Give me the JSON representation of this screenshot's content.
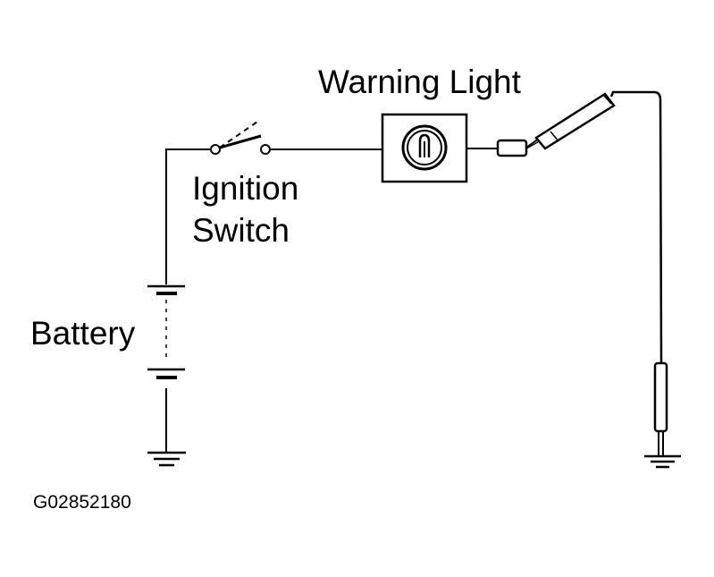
{
  "labels": {
    "warning_light": "Warning Light",
    "ignition_switch_line1": "Ignition",
    "ignition_switch_line2": "Switch",
    "battery": "Battery",
    "figure_code": "G02852180"
  },
  "icons": {
    "warning_light": "lamp-bulb-icon",
    "ground_left": "ground-icon",
    "ground_right": "ground-icon",
    "test_probe": "test-probe-icon",
    "fuse": "inline-fuse-icon",
    "battery": "battery-icon",
    "switch": "open-switch-icon"
  },
  "colors": {
    "ink": "#000000",
    "background": "#ffffff"
  }
}
